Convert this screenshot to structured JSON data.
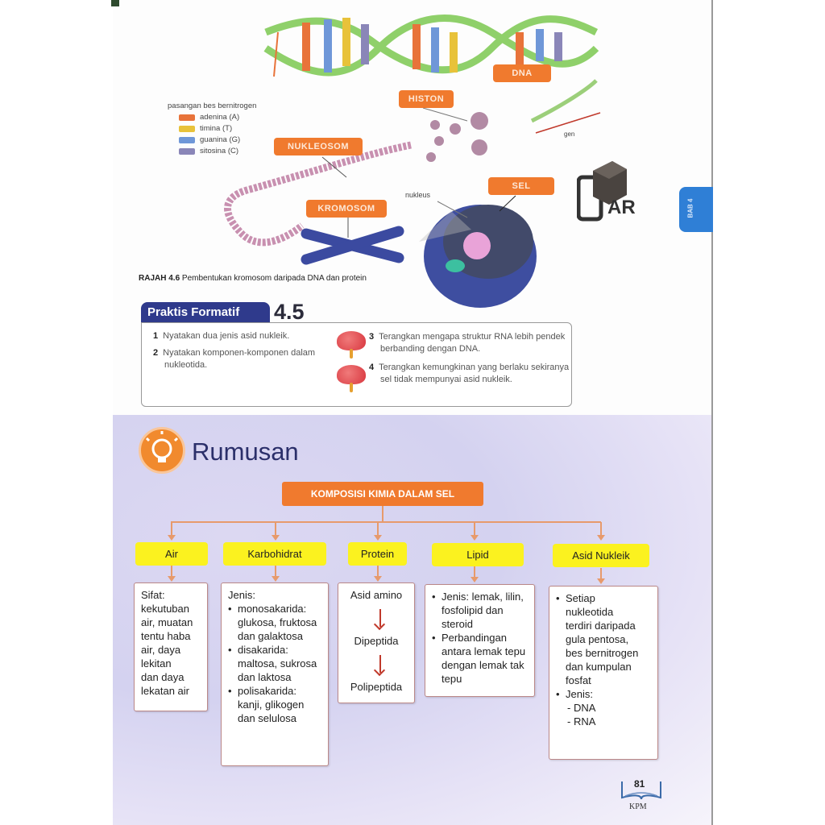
{
  "figure": {
    "labels": {
      "dna": "DNA",
      "histon": "HISTON",
      "nukleosom": "NUKLEOSOM",
      "kromosom": "KROMOSOM",
      "sel": "SEL",
      "nukleus": "nukleus",
      "gen": "gen"
    },
    "legend": {
      "title": "pasangan bes bernitrogen",
      "items": [
        {
          "label": "adenina (A)",
          "color": "#e8733a"
        },
        {
          "label": "timina (T)",
          "color": "#e8c23a"
        },
        {
          "label": "guanina (G)",
          "color": "#6f97d8"
        },
        {
          "label": "sitosina (C)",
          "color": "#8a86b8"
        }
      ]
    },
    "caption_label": "RAJAH 4.6",
    "caption_text": "Pembentukan kromosom daripada DNA dan protein"
  },
  "ar_label": "AR",
  "chapter_tab": "BAB 4",
  "formative": {
    "title": "Praktis Formatif",
    "number": "4.5",
    "questions": [
      {
        "n": "1",
        "text": "Nyatakan dua jenis asid nukleik."
      },
      {
        "n": "2",
        "text": "Nyatakan komponen-komponen dalam nukleotida."
      },
      {
        "n": "3",
        "text": "Terangkan mengapa struktur RNA lebih pendek berbanding dengan DNA."
      },
      {
        "n": "4",
        "text": "Terangkan kemungkinan yang berlaku sekiranya sel tidak mempunyai asid nukleik."
      }
    ]
  },
  "summary": {
    "title": "Rumusan",
    "root": "KOMPOSISI KIMIA DALAM SEL",
    "branches": [
      {
        "label": "Air",
        "lines": [
          "Sifat:",
          "kekutuban",
          "air, muatan",
          "tentu haba",
          "air, daya",
          "lekitan",
          "dan daya",
          "lekatan air"
        ]
      },
      {
        "label": "Karbohidrat",
        "heading": "Jenis:",
        "bullets": [
          "monosakarida: glukosa, fruktosa dan galaktosa",
          "disakarida: maltosa, sukrosa dan laktosa",
          "polisakarida: kanji, glikogen dan selulosa"
        ]
      },
      {
        "label": "Protein",
        "steps": [
          "Asid amino",
          "Dipeptida",
          "Polipeptida"
        ]
      },
      {
        "label": "Lipid",
        "bullets": [
          "Jenis: lemak, lilin, fosfolipid dan steroid",
          "Perbandingan antara lemak tepu dengan lemak tak tepu"
        ]
      },
      {
        "label": "Asid Nukleik",
        "bullets": [
          "Setiap nukleotida terdiri daripada gula pentosa, bes bernitrogen dan kumpulan fosfat",
          "Jenis:"
        ],
        "sub": [
          "DNA",
          "RNA"
        ]
      }
    ]
  },
  "footer": {
    "page": "81",
    "publisher": "KPM"
  }
}
